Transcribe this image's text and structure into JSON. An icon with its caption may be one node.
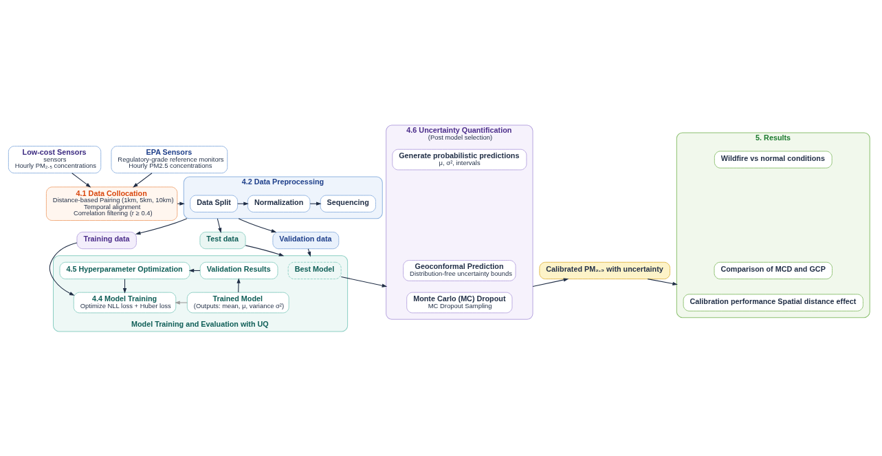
{
  "diagram": {
    "nodes": [
      {
        "text": [
          "Low-cost Sensors",
          "sensors",
          "Hourly PM₂.₅ concentrations"
        ]
      },
      {
        "text": [
          "EPA Sensors",
          "Regulatory-grade reference monitors",
          "Hourly PM2.5 concentrations"
        ]
      },
      {
        "text": [
          "4.1 Data Collocation",
          "Distance-based Pairing (1km, 5km, 10km)",
          "Temporal alignment",
          "Correlation filtering (r ≥ 0.4)"
        ]
      },
      {
        "text": [
          "4.2 Data Preprocessing"
        ]
      },
      {
        "text": [
          "Data Split"
        ],
        "in": 3
      },
      {
        "text": [
          "Normalization"
        ],
        "in": 3
      },
      {
        "text": [
          "Sequencing"
        ],
        "in": 3
      },
      {
        "text": [
          "Test data"
        ]
      },
      {
        "text": [
          "Validation data"
        ]
      },
      {
        "text": [
          "Training data"
        ]
      },
      {
        "text": [
          "Model Training and Evaluation with UQ"
        ]
      },
      {
        "text": [
          "Best Model"
        ],
        "in": 10
      },
      {
        "text": [
          "Trained Model",
          "(Outputs: mean, μ, variance σ²)"
        ],
        "in": 10
      },
      {
        "text": [
          "4.4 Model Training",
          "Optimize NLL loss + Huber loss"
        ],
        "in": 10
      },
      {
        "text": [
          "Validation Results"
        ],
        "in": 10
      },
      {
        "text": [
          "4.5 Hyperparameter Optimization"
        ],
        "in": 10
      },
      {
        "text": [
          "4.6 Uncertainty Quantification",
          "(Post model selection)"
        ]
      },
      {
        "text": [
          "Monte Carlo (MC) Dropout",
          "MC Dropout Sampling"
        ],
        "in": 16
      },
      {
        "text": [
          "Geoconformal Prediction",
          "Distribution-free uncertainty bounds"
        ],
        "in": 16
      },
      {
        "text": [
          "Generate probabilistic predictions",
          "μ, σ², intervals"
        ],
        "in": 16
      },
      {
        "text": [
          "Calibrated PM₂.₅ with uncertainty"
        ]
      },
      {
        "text": [
          "5. Results"
        ]
      },
      {
        "text": [
          "Calibration performance Spatial distance effect"
        ],
        "in": 21
      },
      {
        "text": [
          "Comparison of MCD and GCP"
        ],
        "in": 21
      },
      {
        "text": [
          "Wildfire vs normal conditions"
        ],
        "in": 21
      }
    ],
    "edges": [
      {
        "from": 0,
        "to": 2,
        "arrow": "to"
      },
      {
        "from": 1,
        "to": 2,
        "arrow": "to"
      },
      {
        "from": 2,
        "to": 3,
        "arrow": "to"
      },
      {
        "from": 4,
        "to": 5,
        "arrow": "to"
      },
      {
        "from": 5,
        "to": 6,
        "arrow": "to"
      },
      {
        "from": 3,
        "to": 7,
        "arrow": "to"
      },
      {
        "from": 3,
        "to": 8,
        "arrow": "to"
      },
      {
        "from": 3,
        "to": 9,
        "arrow": "to"
      },
      {
        "from": 7,
        "to": 10,
        "arrow": "to"
      },
      {
        "from": 8,
        "to": 10,
        "arrow": "to"
      },
      {
        "from": 9,
        "to": 13,
        "arrow": "to"
      },
      {
        "from": 12,
        "to": 13,
        "arrow": "to",
        "color": "#9a9a9a"
      },
      {
        "from": 12,
        "to": 14,
        "arrow": "to"
      },
      {
        "from": 14,
        "to": 15,
        "arrow": "to"
      },
      {
        "from": 15,
        "to": 13,
        "arrow": "to"
      },
      {
        "from": 11,
        "to": 16,
        "arrow": "to"
      },
      {
        "from": 16,
        "to": 20,
        "arrow": "to"
      },
      {
        "from": 20,
        "to": 21,
        "arrow": "to"
      }
    ]
  }
}
